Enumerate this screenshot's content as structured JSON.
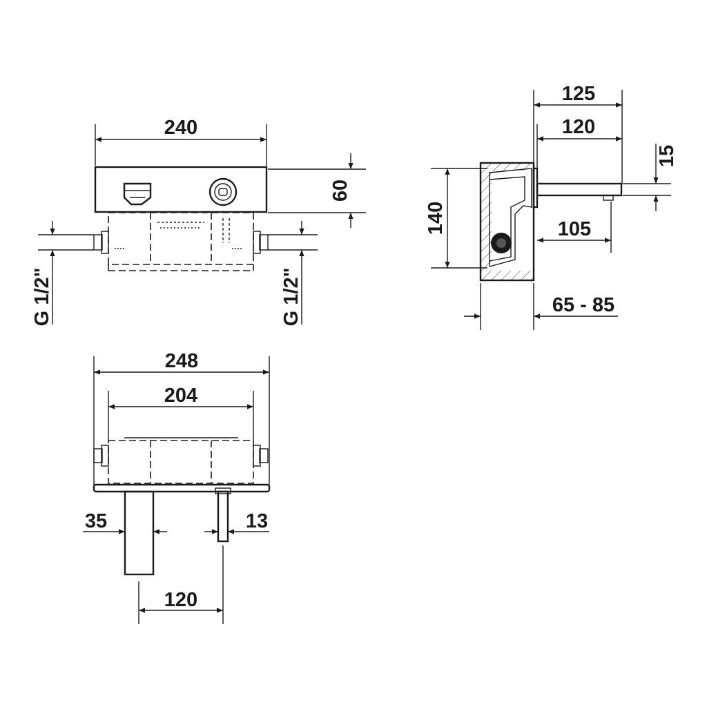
{
  "drawing": {
    "front_view": {
      "width_label": "240",
      "height_label": "60",
      "inlet_left_label": "G 1/2\"",
      "inlet_right_label": "G 1/2\""
    },
    "side_view": {
      "overall_label": "125",
      "spout_label": "120",
      "spout_thickness_label": "15",
      "box_height_label": "140",
      "projection_label": "105",
      "wall_depth_label": "65 - 85"
    },
    "top_view": {
      "plate_width_label": "248",
      "inner_width_label": "204",
      "spout_width_label": "35",
      "handle_width_label": "13",
      "centers_label": "120"
    }
  }
}
